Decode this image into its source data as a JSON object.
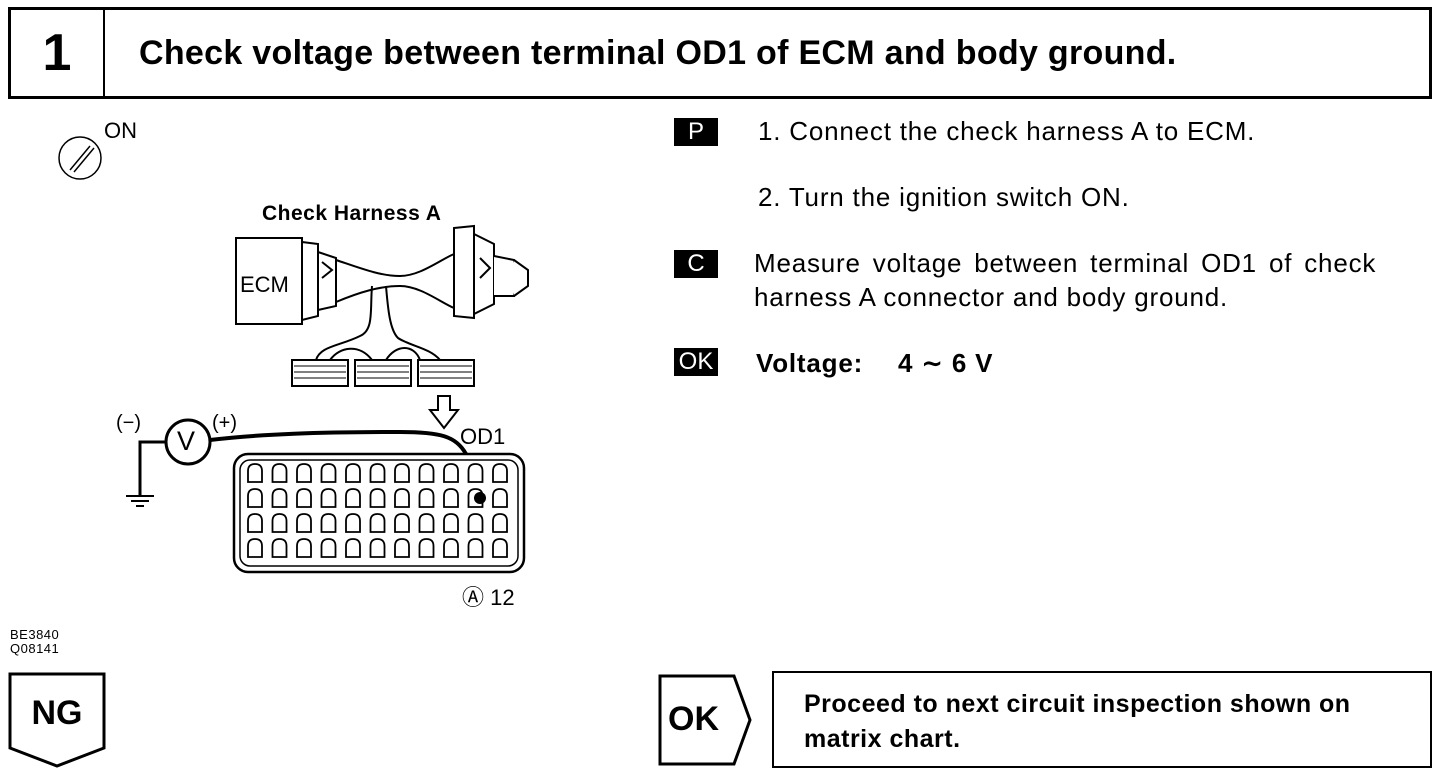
{
  "header": {
    "step_number": "1",
    "title": "Check voltage between terminal OD1 of ECM and body ground."
  },
  "diagram": {
    "ignition_label": "ON",
    "harness_title": "Check Harness A",
    "ecm_label": "ECM",
    "meter_symbol": "V",
    "neg_label": "(−)",
    "pos_label": "(+)",
    "terminal_label": "OD1",
    "connector_label": "Ⓐ 12",
    "ref_code_1": "BE3840",
    "ref_code_2": "Q08141"
  },
  "instructions": {
    "prep_tag": "P",
    "prep_steps": [
      "1.  Connect the check harness A to ECM.",
      "2.  Turn the ignition switch ON."
    ],
    "check_tag": "C",
    "check_text_line1": "Measure voltage between terminal OD1 of check",
    "check_text_line2": "harness A connector and body ground.",
    "ok_tag": "OK",
    "result_label": "Voltage:",
    "result_value": "4 ∼ 6 V"
  },
  "flow": {
    "ng_label": "NG",
    "ok_label": "OK",
    "ok_action": "Proceed to next circuit inspection shown on matrix chart."
  }
}
